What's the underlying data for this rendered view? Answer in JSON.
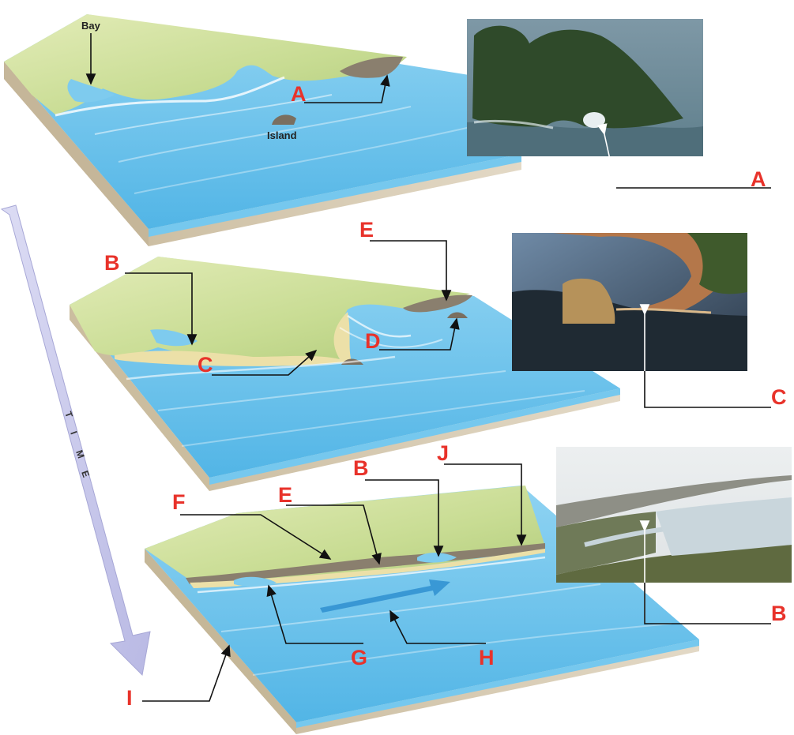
{
  "diagram": {
    "panel1": {
      "bay_label": "Bay",
      "island_label": "Island",
      "label_a": "A"
    },
    "panel2": {
      "label_b": "B",
      "label_c": "C",
      "label_d": "D",
      "label_e": "E"
    },
    "panel3": {
      "label_b": "B",
      "label_e": "E",
      "label_f": "F",
      "label_g": "G",
      "label_h": "H",
      "label_i": "I",
      "label_j": "J"
    },
    "photos": {
      "photo1_label": "A",
      "photo2_label": "C",
      "photo3_label": "B"
    },
    "time_arrow": {
      "letters": [
        "T",
        "I",
        "M",
        "E"
      ]
    }
  },
  "colors": {
    "label_red": "#e8322a",
    "sea": "#6cc3ec",
    "land": "#cfe0a0",
    "soil": "#d8cbb2",
    "time_arrow": "#c9c9ec"
  }
}
